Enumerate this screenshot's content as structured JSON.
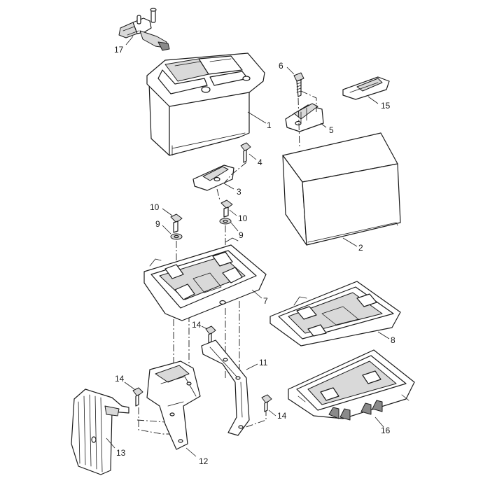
{
  "callouts": {
    "c1": "1",
    "c2": "2",
    "c3": "3",
    "c4": "4",
    "c5": "5",
    "c6": "6",
    "c7": "7",
    "c8": "8",
    "c9a": "9",
    "c9b": "9",
    "c10a": "10",
    "c10b": "10",
    "c11": "11",
    "c12": "12",
    "c13": "13",
    "c14a": "14",
    "c14b": "14",
    "c14c": "14",
    "c15": "15",
    "c16": "16",
    "c17": "17"
  },
  "colors": {
    "line": "#1a1a1a",
    "fill": "#ffffff",
    "shade": "#d9d9d9",
    "dark": "#8a8a8a"
  }
}
